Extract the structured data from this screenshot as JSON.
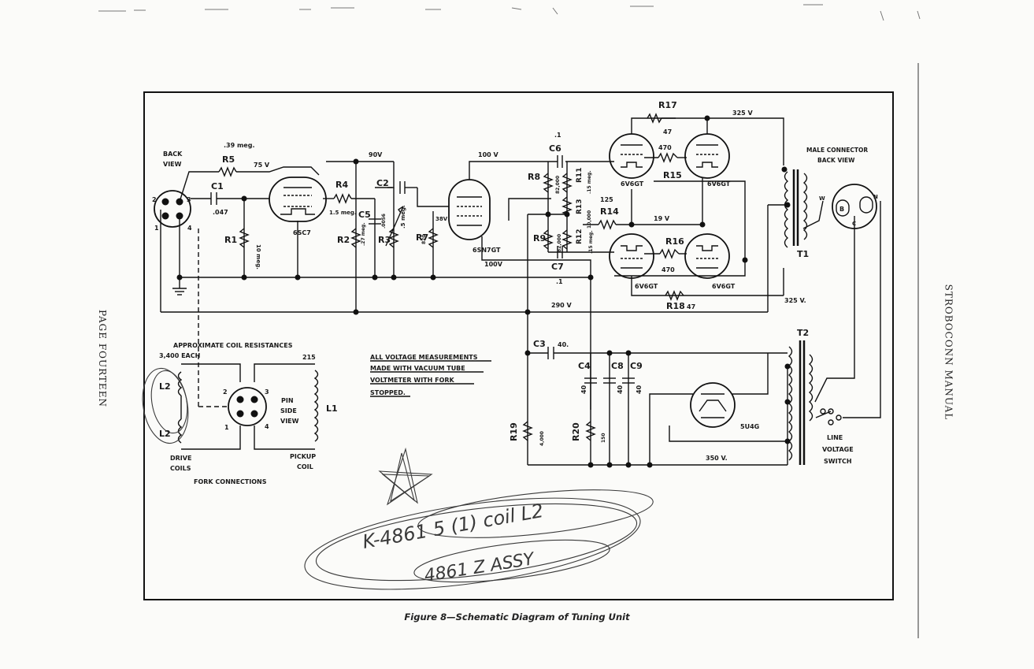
{
  "caption": "Figure 8—Schematic Diagram of Tuning Unit",
  "side_left": "PAGE FOURTEEN",
  "side_right": "STROBOCONN MANUAL",
  "notes": {
    "voltage_1": "ALL VOLTAGE MEASUREMENTS",
    "voltage_2": "MADE WITH VACUUM TUBE",
    "voltage_3": "VOLTMETER WITH FORK",
    "voltage_4": "STOPPED."
  },
  "labels": {
    "back": "BACK",
    "view": "VIEW",
    "r5": "R5",
    "r5_val": ".39 meg.",
    "v75": "75 V",
    "c1": "C1",
    "c1_val": ".047",
    "r1": "R1",
    "r1_val": "10 meg.",
    "tube_6sc7": "6SC7",
    "r4": "R4",
    "r4_val": "1.5 meg.",
    "v90": "90V",
    "c2": "C2",
    "r2": "R2",
    "c5": "C5",
    "c5_val": ".27 meg.",
    "r3": "R3",
    "r3_val": ".0056",
    "r3_pot": ".5 meg.",
    "r7": "R7",
    "r7_val": "820",
    "v38": "38V",
    "v100a": "100 V",
    "tube_6sn7": "6SN7GT",
    "v100b": "100V",
    "c6": "C6",
    "c6_val": ".1",
    "r8": "R8",
    "r8_val": "82,000",
    "r11": "R11",
    "r11_val": ".15 meg.",
    "r9": "R9",
    "r9_val": "82,000",
    "r12": "R12",
    "r12_val": ".15 meg.",
    "c7": "C7",
    "c7_val": ".1",
    "r13": "R13",
    "r13_val": "10,000",
    "r14": "R14",
    "r14_val": "125",
    "r17": "R17",
    "r17_val": "47",
    "v325a": "325 V",
    "r15": "R15",
    "r15_val": "470",
    "v19": "19 V",
    "r16": "R16",
    "r16_val": "470",
    "r18": "R18",
    "r18_val": "47",
    "v325b": "325 V.",
    "v290": "290 V",
    "tube_6v6_a": "6V6GT",
    "tube_6v6_b": "6V6GT",
    "tube_6v6_c": "6V6GT",
    "tube_6v6_d": "6V6GT",
    "male_1": "MALE CONNECTOR",
    "male_2": "BACK VIEW",
    "t1": "T1",
    "t2": "T2",
    "pin_w": "W",
    "pin_b": "B",
    "pin_c": "C",
    "pin_n": "N",
    "c3": "C3",
    "c3_val": "40.",
    "c4": "C4",
    "c8": "C8",
    "c9": "C9",
    "cap40": "40",
    "r19": "R19",
    "r19_val": "4,000",
    "r20": "R20",
    "r20_val": "150",
    "tube_5u4": "5U4G",
    "v350": "350 V.",
    "line_1": "LINE",
    "line_2": "VOLTAGE",
    "line_3": "SWITCH",
    "coil_title": "APPROXIMATE COIL RESISTANCES",
    "coil_each": "3,400   EACH",
    "l2": "L2",
    "l1": "L1",
    "drive_1": "DRIVE",
    "drive_2": "COILS",
    "pin_1": "PIN",
    "pin_2": "SIDE",
    "pin_3": "VIEW",
    "pickup_1": "PICKUP",
    "pickup_2": "COIL",
    "fork": "FORK CONNECTIONS",
    "v215": "215",
    "n1": "1",
    "n2": "2",
    "n3": "3",
    "n4": "4"
  },
  "handwriting": {
    "line1": "K-4861 5 (1) coil L2",
    "line2": "4861 Z ASSY"
  }
}
